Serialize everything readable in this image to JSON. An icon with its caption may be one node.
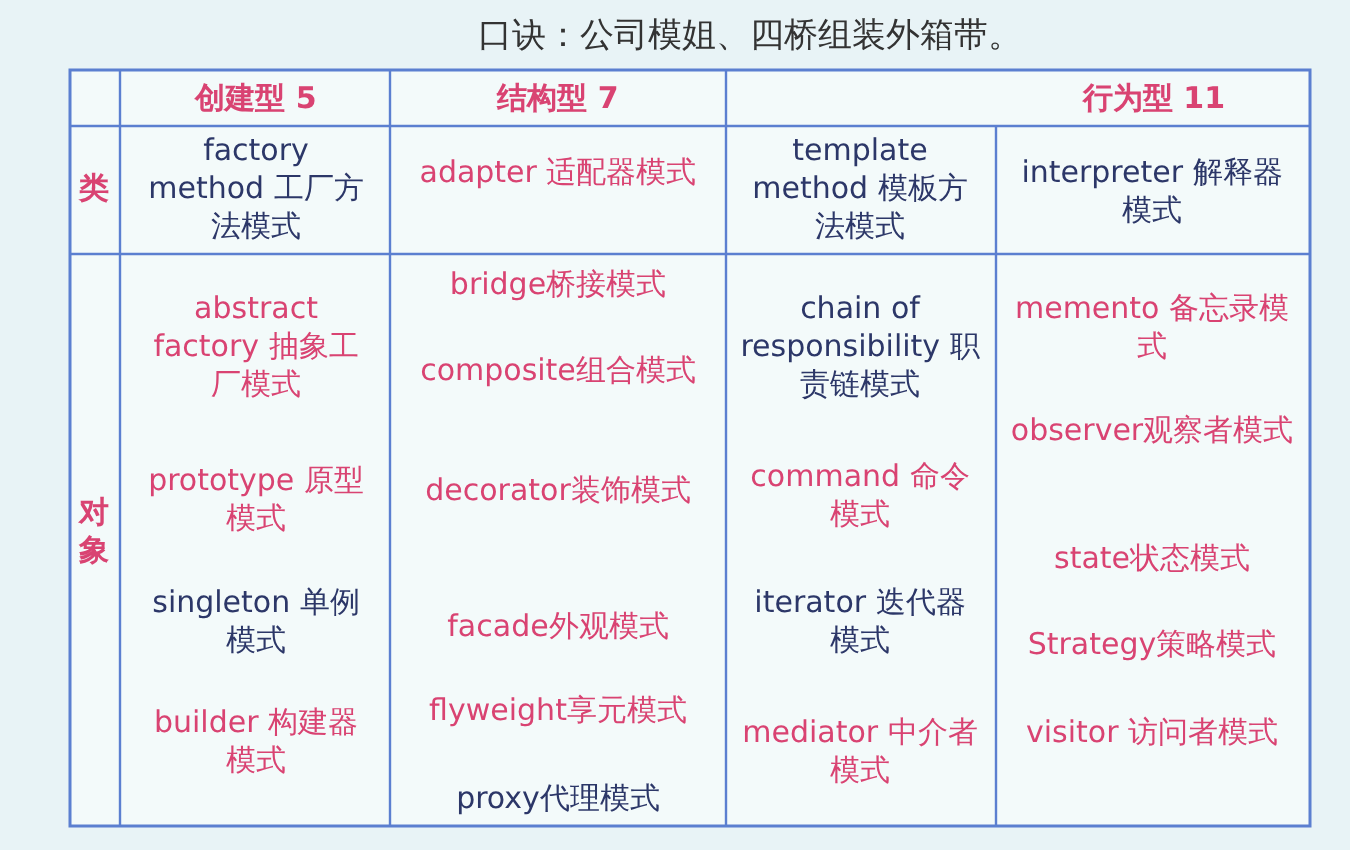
{
  "diagram": {
    "title": "口诀：公司模姐、四桥组装外箱带。",
    "labels": [
      "创建型 5",
      "结构型 7",
      "行为型 11",
      "类",
      "factory method 工厂方法模式",
      "adapter 适配器模式",
      "template method 模板方法模式",
      "interpreter 解释器模式",
      "对象",
      "abstract factory 抽象工厂模式",
      "prototype 原型模式",
      "singleton 单例模式",
      "builder 构建器模式",
      "bridge桥接模式",
      "composite组合模式",
      "decorator装饰模式",
      "facade外观模式",
      "flyweight享元模式",
      "proxy代理模式",
      "chain of responsibility 职责链模式",
      "command 命令模式",
      "iterator 迭代器模式",
      "mediator 中介者模式",
      "memento 备忘录模式",
      "observer观察者模式",
      "state状态模式",
      "Strategy策略模式",
      "visitor 访问者模式"
    ]
  }
}
